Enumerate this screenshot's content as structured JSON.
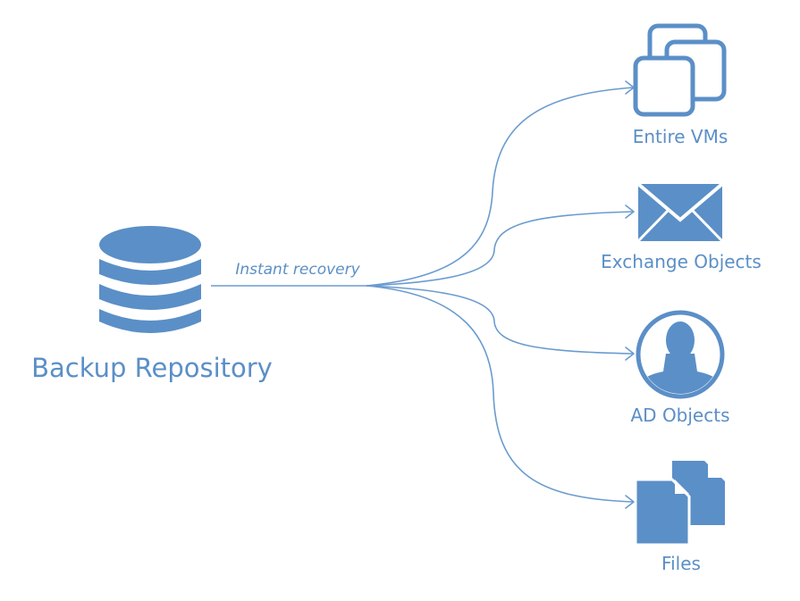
{
  "source": {
    "label": "Backup Repository",
    "icon": "database-icon"
  },
  "connector": {
    "label": "Instant recovery"
  },
  "targets": [
    {
      "label": "Entire VMs",
      "icon": "virtual-machines-icon"
    },
    {
      "label": "Exchange Objects",
      "icon": "envelope-icon"
    },
    {
      "label": "AD Objects",
      "icon": "user-avatar-icon"
    },
    {
      "label": "Files",
      "icon": "documents-icon"
    }
  ],
  "colors": {
    "primary": "#5b8fc7",
    "line": "#6a9bd0",
    "background": "#ffffff"
  }
}
